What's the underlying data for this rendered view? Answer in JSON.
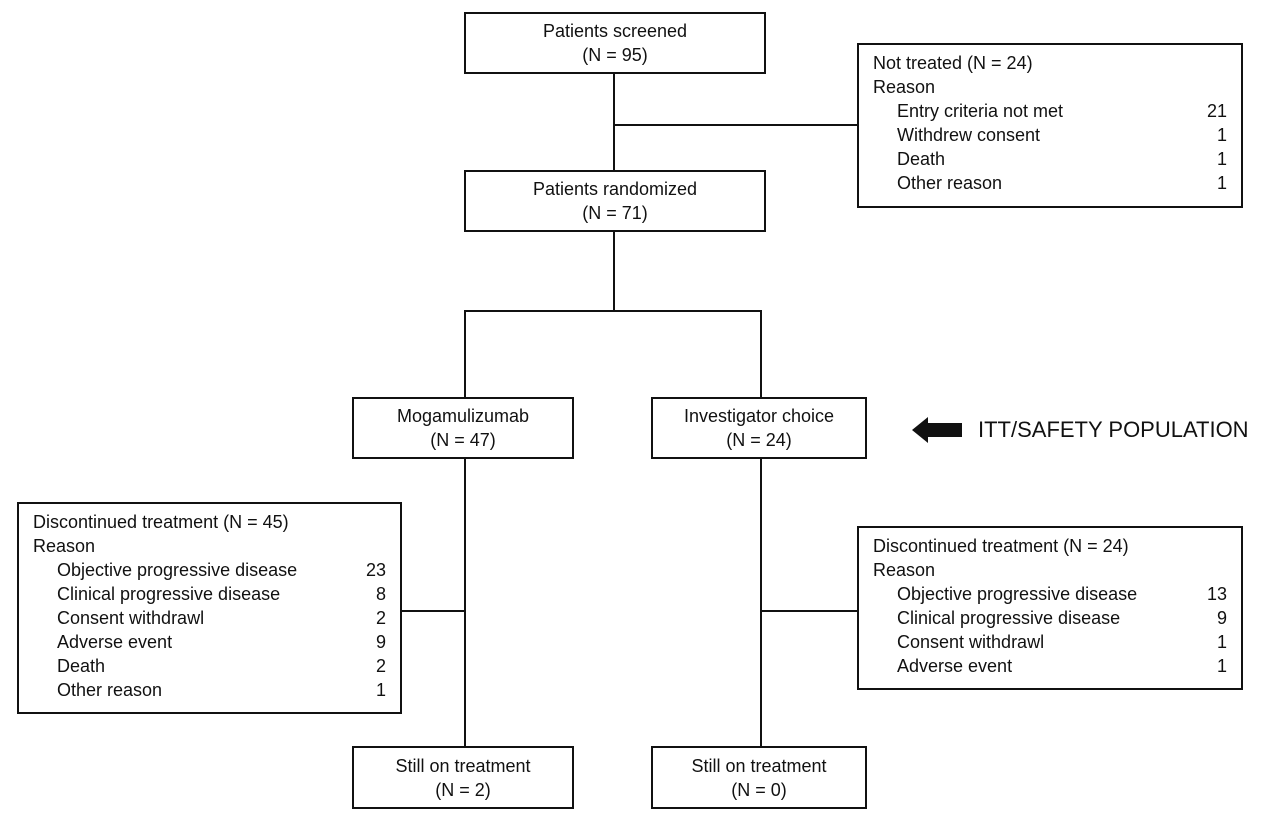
{
  "screened": {
    "title": "Patients screened",
    "n": "(N = 95)"
  },
  "not_treated": {
    "title": "Not treated (N = 24)",
    "reason_label": "Reason",
    "items": [
      {
        "label": "Entry criteria not met",
        "value": "21"
      },
      {
        "label": "Withdrew consent",
        "value": "1"
      },
      {
        "label": "Death",
        "value": "1"
      },
      {
        "label": "Other reason",
        "value": "1"
      }
    ]
  },
  "randomized": {
    "title": "Patients randomized",
    "n": "(N = 71)"
  },
  "arm_mog": {
    "title": "Mogamulizumab",
    "n": "(N = 47)"
  },
  "arm_inv": {
    "title": "Investigator choice",
    "n": "(N = 24)"
  },
  "population_label": "ITT/SAFETY POPULATION",
  "disc_mog": {
    "title": "Discontinued treatment (N = 45)",
    "reason_label": "Reason",
    "items": [
      {
        "label": "Objective progressive disease",
        "value": "23"
      },
      {
        "label": "Clinical progressive disease",
        "value": "8"
      },
      {
        "label": "Consent withdrawl",
        "value": "2"
      },
      {
        "label": "Adverse event",
        "value": "9"
      },
      {
        "label": "Death",
        "value": "2"
      },
      {
        "label": "Other reason",
        "value": "1"
      }
    ]
  },
  "disc_inv": {
    "title": "Discontinued treatment (N = 24)",
    "reason_label": "Reason",
    "items": [
      {
        "label": "Objective progressive disease",
        "value": "13"
      },
      {
        "label": "Clinical progressive disease",
        "value": "9"
      },
      {
        "label": "Consent withdrawl",
        "value": "1"
      },
      {
        "label": "Adverse event",
        "value": "1"
      }
    ]
  },
  "still_mog": {
    "title": "Still on treatment",
    "n": "(N = 2)"
  },
  "still_inv": {
    "title": "Still on treatment",
    "n": "(N = 0)"
  }
}
